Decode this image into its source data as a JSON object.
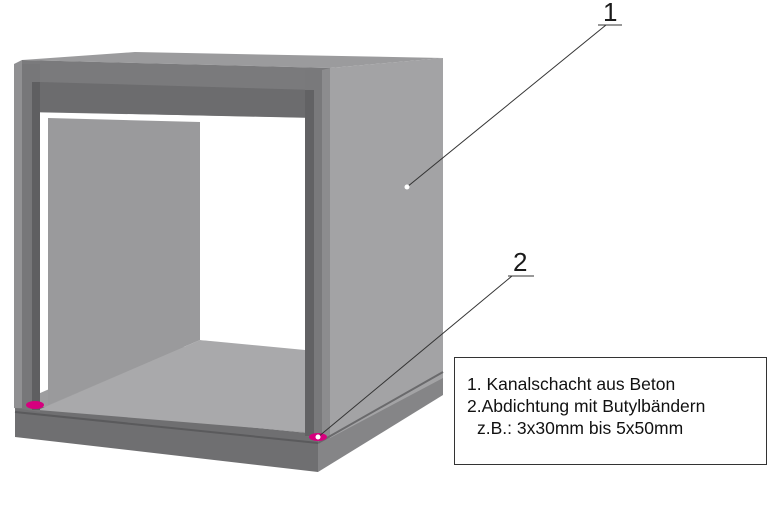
{
  "callouts": [
    {
      "number": "1"
    },
    {
      "number": "2"
    }
  ],
  "legend": {
    "line1": "1. Kanalschacht aus Beton",
    "line2": "2.Abdichtung mit Butylbändern",
    "line3": "z.B.: 3x30mm bis 5x50mm"
  },
  "colors": {
    "concrete_light": "#a6a6a8",
    "concrete_mid": "#8f8f91",
    "concrete_dark": "#6e6e70",
    "seal": "#d6007e"
  }
}
